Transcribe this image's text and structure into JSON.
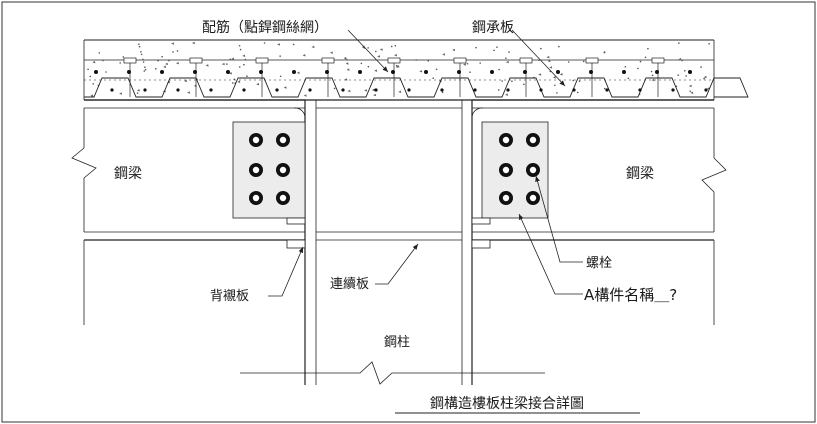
{
  "labels": {
    "rebar": "配筋（點銲鋼絲網）",
    "deck": "鋼承板",
    "beam_left": "鋼梁",
    "beam_right": "鋼梁",
    "bolt": "螺栓",
    "backing": "背襯板",
    "continuity": "連續板",
    "component": "A構件名稱＿?",
    "column": "鋼柱"
  },
  "title": "鋼構造樓板柱梁接合詳圖",
  "icons": {
    "bolt": "bolt-circle",
    "leader": "arrow-leader"
  }
}
